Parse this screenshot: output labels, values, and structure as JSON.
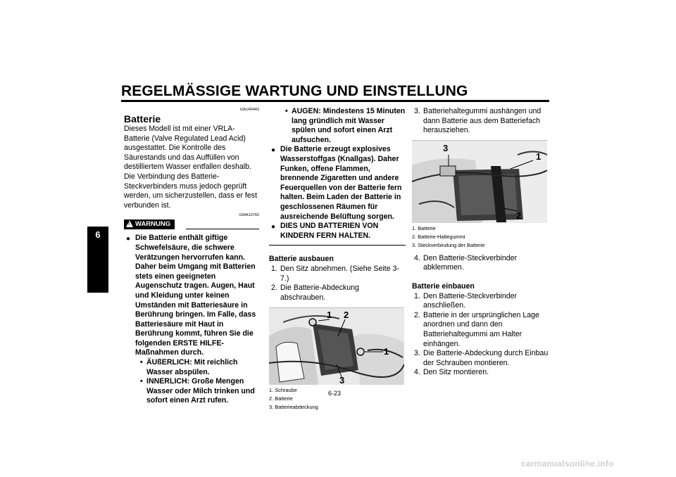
{
  "page": {
    "title": "REGELMÄSSIGE WARTUNG UND EINSTELLUNG",
    "side_tab": "6",
    "page_number": "6-23",
    "footer": "carmanualsonline.info"
  },
  "col1": {
    "code1": "GAU40443",
    "heading": "Batterie",
    "intro": "Dieses Modell ist mit einer VRLA-Batterie (Valve Regulated Lead Acid) ausgestattet. Die Kontrolle des Säurestands und das Auffüllen von destilliertem Wasser entfallen deshalb. Die Verbindung des Batterie-Steckverbinders muss jedoch geprüft werden, um sicherzustellen, dass er fest verbunden ist.",
    "code2": "GWA10760",
    "warning_label": "WARNUNG",
    "warning_text": "Die Batterie enthält giftige Schwefelsäure, die schwere Verätzungen hervorrufen kann. Daher beim Umgang mit Batterien stets einen geeigneten Augenschutz tragen. Augen, Haut und Kleidung unter keinen Umständen mit Batteriesäure in Berührung bringen. Im Falle, dass Batteriesäure mit Haut in Berührung kommt, führen Sie die folgenden ERSTE HILFE-Maßnahmen durch.",
    "sub1": "ÄUßERLICH: Mit reichlich Wasser abspülen.",
    "sub2": "INNERLICH: Große Mengen Wasser oder Milch trinken und sofort einen Arzt rufen."
  },
  "col2": {
    "sub3": "AUGEN: Mindestens 15 Minuten lang gründlich mit Wasser spülen und sofort einen Arzt aufsuchen.",
    "bullet2": "Die Batterie erzeugt explosives Wasserstoffgas (Knallgas). Daher Funken, offene Flammen, brennende Zigaretten und andere Feuerquellen von der Batterie fern halten. Beim Laden der Batterie in geschlossenen Räumen für ausreichende Belüftung sorgen.",
    "bullet3": "DIES UND BATTERIEN VON KINDERN FERN HALTEN.",
    "section_heading": "Batterie ausbauen",
    "steps": [
      {
        "n": "1.",
        "text": "Den Sitz abnehmen. (Siehe Seite 3-7.)"
      },
      {
        "n": "2.",
        "text": "Die Batterie-Abdeckung abschrauben."
      }
    ],
    "callouts": [
      "1",
      "2",
      "1",
      "3"
    ],
    "captions": [
      "1. Schraube",
      "2. Batterie",
      "3. Batterieabdeckung"
    ]
  },
  "col3": {
    "step3_n": "3.",
    "step3": "Batteriehaltegummi aushängen und dann Batterie aus dem Batteriefach herausziehen.",
    "callouts": [
      "3",
      "1",
      "2"
    ],
    "captions": [
      "1. Batterie",
      "2. Batterie-Haltegummi",
      "3. Steckverbindung der Batterie"
    ],
    "step4_n": "4.",
    "step4": "Den Batterie-Steckverbinder abklemmen.",
    "section_heading": "Batterie einbauen",
    "steps": [
      {
        "n": "1.",
        "text": "Den Batterie-Steckverbinder anschließen."
      },
      {
        "n": "2.",
        "text": "Batterie in der ursprünglichen Lage anordnen und dann den Batteriehaltegummi am Halter einhängen."
      },
      {
        "n": "3.",
        "text": "Die Batterie-Abdeckung durch Einbau der Schrauben montieren."
      },
      {
        "n": "4.",
        "text": "Den Sitz montieren."
      }
    ]
  }
}
